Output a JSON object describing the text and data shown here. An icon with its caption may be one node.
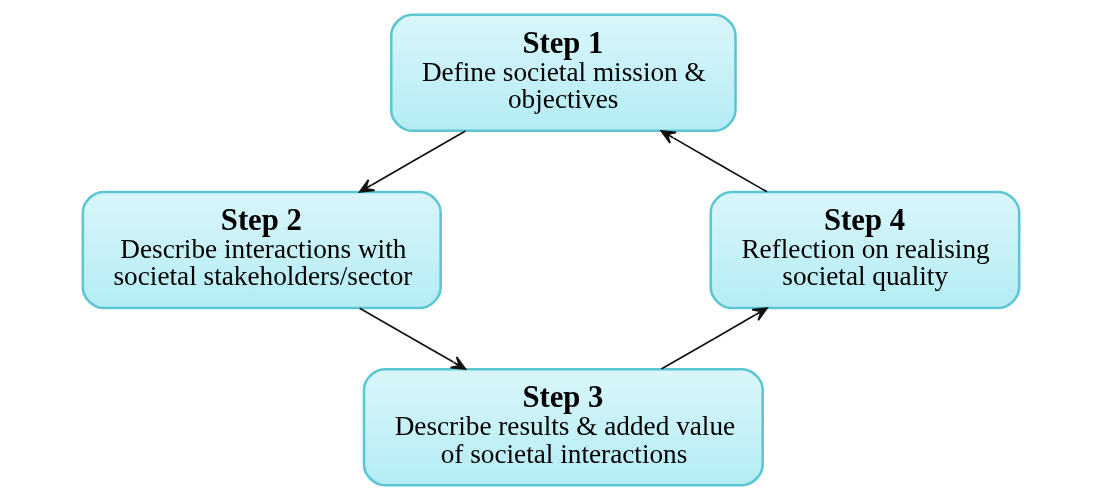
{
  "diagram": {
    "nodes": [
      {
        "text": [
          "Step 1",
          "Define societal mission & objectives"
        ]
      },
      {
        "text": [
          "Step 2",
          "Describe interactions with societal stakeholders/sector"
        ]
      },
      {
        "text": [
          "Step 3",
          "Describe results & added value of societal interactions"
        ]
      },
      {
        "text": [
          "Step 4",
          "Reflection on realising societal quality"
        ]
      }
    ],
    "edges": [
      {
        "from": 0,
        "to": 1,
        "arrow": "to"
      },
      {
        "from": 1,
        "to": 2,
        "arrow": "to"
      },
      {
        "from": 2,
        "to": 3,
        "arrow": "to"
      },
      {
        "from": 3,
        "to": 0,
        "arrow": "to"
      }
    ]
  }
}
